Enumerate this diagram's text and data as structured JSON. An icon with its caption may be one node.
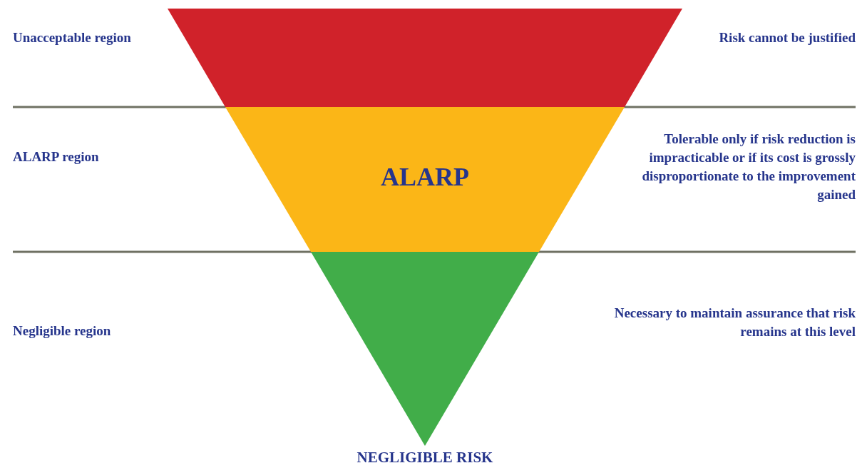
{
  "diagram": {
    "nodes": [
      {
        "text": [],
        "shape": "trapezoid"
      },
      {
        "text": [
          "ALARP"
        ]
      },
      {
        "text": [],
        "shape": "triangle",
        "beside": [
          "NEGLIGIBLE RISK"
        ]
      }
    ],
    "labels": [
      "Unacceptable region",
      "Risk cannot be justified",
      "ALARP region",
      "Tolerable only if risk reduction is impracticable or if its cost is grossly disproportionate to the improvement gained",
      "Negligible region",
      "Necessary to maintain assurance that risk remains at this level"
    ]
  }
}
